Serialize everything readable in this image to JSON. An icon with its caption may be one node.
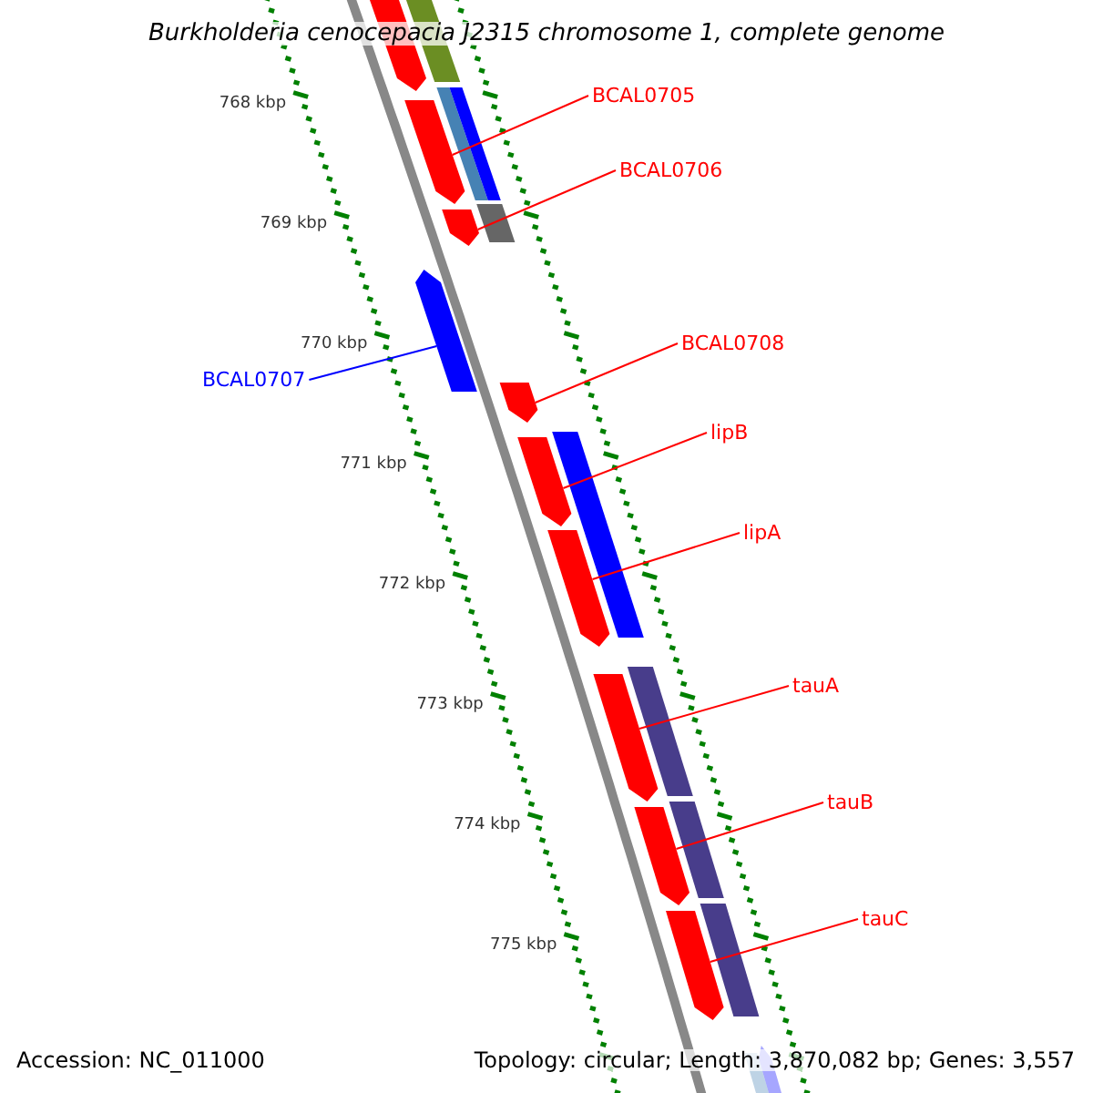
{
  "diagram": {
    "title": "Burkholderia cenocepacia J2315 chromosome 1, complete genome",
    "nodes": [
      {
        "text": [
          "BCAL0705"
        ]
      },
      {
        "text": [
          "BCAL0706"
        ]
      },
      {
        "text": [
          "BCAL0707"
        ]
      },
      {
        "text": [
          "BCAL0708"
        ]
      },
      {
        "text": [
          "lipB"
        ]
      },
      {
        "text": [
          "lipA"
        ]
      },
      {
        "text": [
          "tauA"
        ]
      },
      {
        "text": [
          "tauB"
        ]
      },
      {
        "text": [
          "tauC"
        ]
      },
      {
        "text": [],
        "shape": "bar"
      },
      {
        "text": [],
        "shape": "bar"
      },
      {
        "text": [],
        "shape": "bar"
      },
      {
        "text": [],
        "shape": "bar"
      },
      {
        "text": [],
        "shape": "bar"
      },
      {
        "text": [],
        "shape": "bar"
      },
      {
        "text": [],
        "shape": "bar"
      },
      {
        "text": [],
        "shape": "bar"
      },
      {
        "text": [],
        "shape": "bar"
      },
      {
        "text": [],
        "shape": "bar"
      },
      {
        "text": [],
        "shape": "bar"
      },
      {
        "text": [],
        "shape": "bar"
      },
      {
        "text": [],
        "shape": "bar"
      },
      {
        "text": [],
        "shape": "bar"
      },
      {
        "text": [],
        "shape": "bar"
      },
      {
        "text": [],
        "shape": "bar"
      },
      {
        "text": [],
        "shape": "bar"
      },
      {
        "text": [],
        "shape": "bar"
      },
      {
        "text": [],
        "shape": "bar"
      },
      {
        "text": [],
        "shape": "bar"
      }
    ],
    "edges": [
      {
        "from": 0,
        "to": 13,
        "arrow": "none"
      },
      {
        "from": 1,
        "to": 15,
        "arrow": "none"
      },
      {
        "from": 2,
        "to": 16,
        "arrow": "none",
        "color": "#0000ff"
      },
      {
        "from": 3,
        "to": 17,
        "arrow": "none"
      },
      {
        "from": 4,
        "to": 19,
        "arrow": "none"
      },
      {
        "from": 5,
        "to": 20,
        "arrow": "none"
      },
      {
        "from": 6,
        "to": 22,
        "arrow": "none"
      },
      {
        "from": 7,
        "to": 24,
        "arrow": "none"
      },
      {
        "from": 8,
        "to": 26,
        "arrow": "none"
      }
    ],
    "labels": [
      "768 kbp",
      "769 kbp",
      "770 kbp",
      "771 kbp",
      "772 kbp",
      "773 kbp",
      "774 kbp",
      "775 kbp",
      "Accession: NC_011000",
      "Topology: circular; Length: 3,870,082 bp; Genes: 3,557"
    ]
  }
}
